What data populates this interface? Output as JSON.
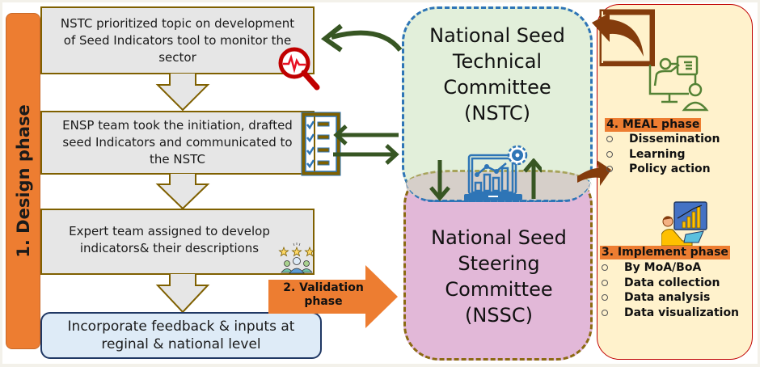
{
  "diagram": {
    "title": "Seed Indicators tool development process",
    "design_phase": {
      "label": "1. Design phase",
      "steps": [
        {
          "text": "NSTC prioritized topic on development of Seed Indicators tool to monitor the sector",
          "icon": "magnifier-pulse-icon"
        },
        {
          "text": "ENSP team took the initiation, drafted seed Indicators and communicated to the NSTC",
          "icon": "checklist-icon"
        },
        {
          "text": "Expert team assigned to develop indicators& their descriptions",
          "icon": "team-stars-icon"
        },
        {
          "text": "Incorporate feedback & inputs at reginal & national level"
        }
      ]
    },
    "validation_phase": {
      "label": "2. Validation phase"
    },
    "committees": {
      "nstc": {
        "title": "National Seed Technical Committee (NSTC)",
        "color": "#e2efda",
        "border": "#2e75b6"
      },
      "nssc": {
        "title": "National Seed Steering Committee (NSSC)",
        "color": "#e2b8d8",
        "border": "#8c6a12"
      },
      "shared_icon": "laptop-analytics-icon"
    },
    "meal_phase": {
      "label": "4. MEAL phase",
      "icon": "presentation-monitor-icon",
      "items": [
        "Dissemination",
        "Learning",
        "Policy action"
      ]
    },
    "implement_phase": {
      "label": "3. Implement phase",
      "icon": "data-analyst-icon",
      "items": [
        "By MoA/BoA",
        "Data collection",
        "Data analysis",
        "Data visualization"
      ]
    },
    "colors": {
      "phase_orange": "#ed7d31",
      "arrow_green": "#375623",
      "arrow_brown": "#843c0c",
      "step_border": "#7f6000",
      "right_panel_bg": "#fff2cc"
    }
  }
}
